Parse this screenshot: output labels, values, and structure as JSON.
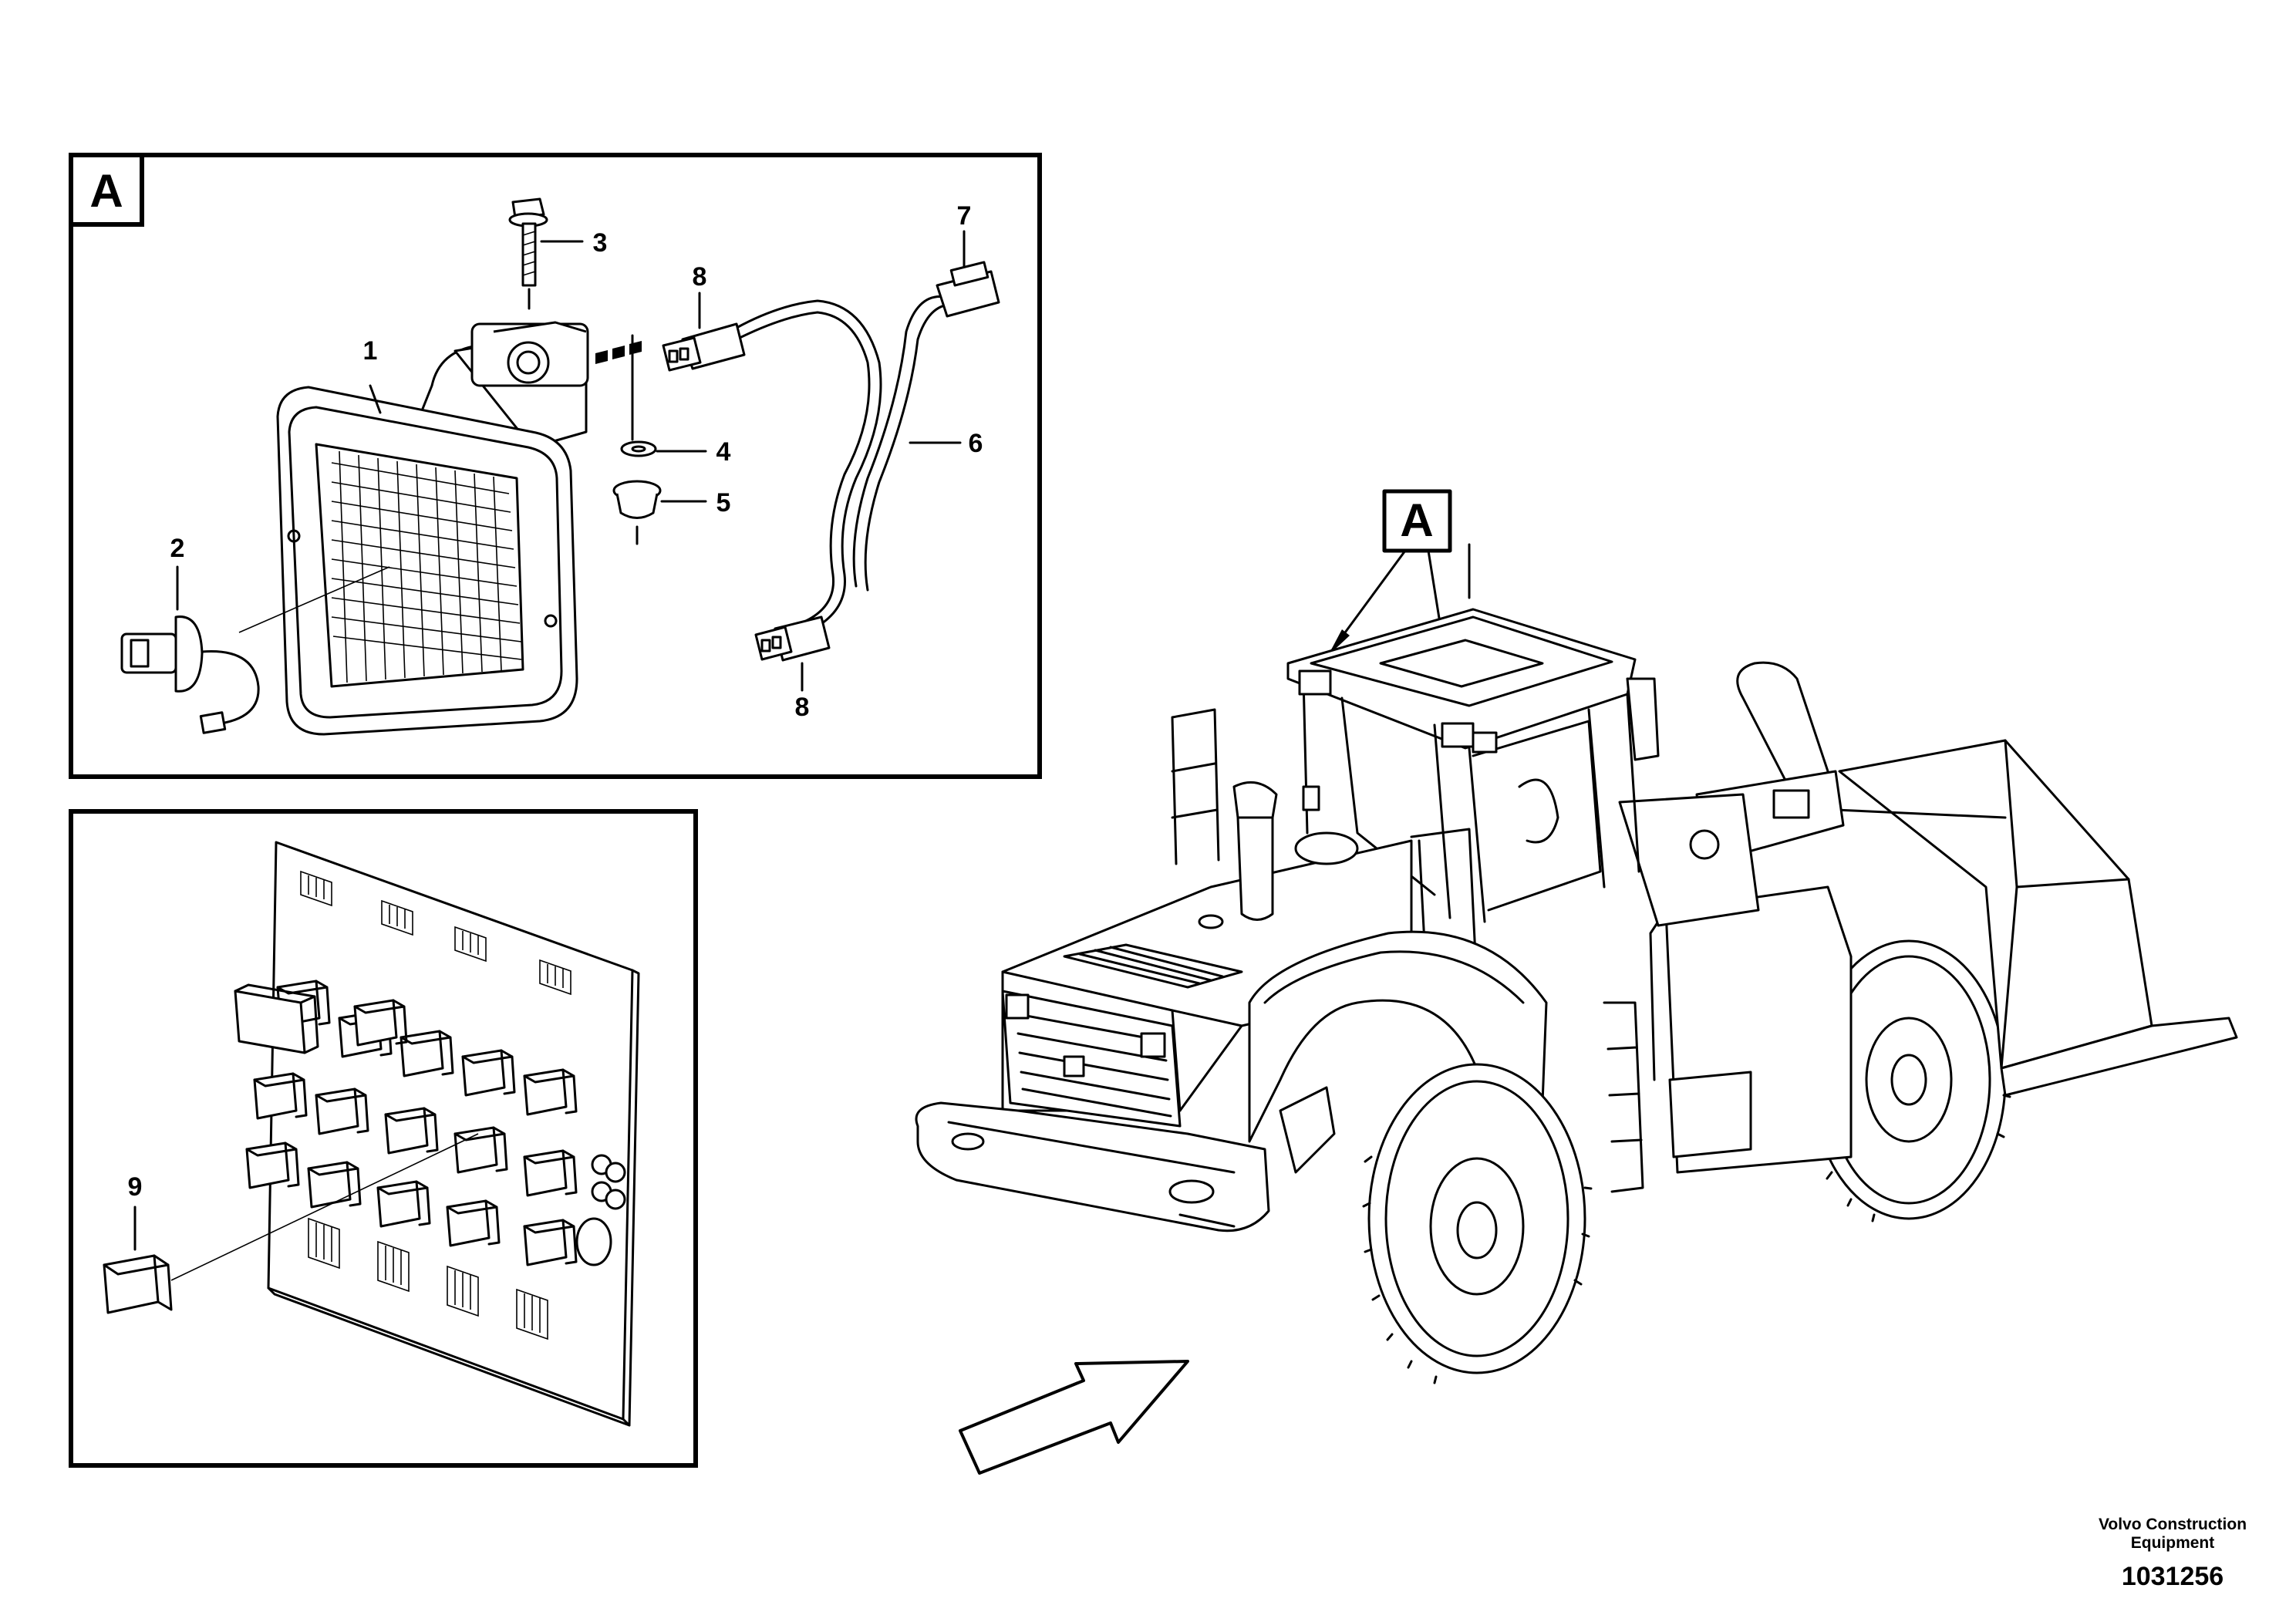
{
  "panel_a": {
    "label": "A",
    "callouts": {
      "lamp": "1",
      "bulb": "2",
      "screw": "3",
      "washer": "4",
      "nut": "5",
      "harness": "6",
      "connector_top": "7",
      "connector_upper": "8",
      "connector_lower": "8"
    }
  },
  "relay_panel": {
    "callouts": {
      "relay": "9"
    }
  },
  "machine": {
    "view_label": "A"
  },
  "footer": {
    "brand_line1": "Volvo Construction",
    "brand_line2": "Equipment",
    "doc_number": "1031256"
  }
}
